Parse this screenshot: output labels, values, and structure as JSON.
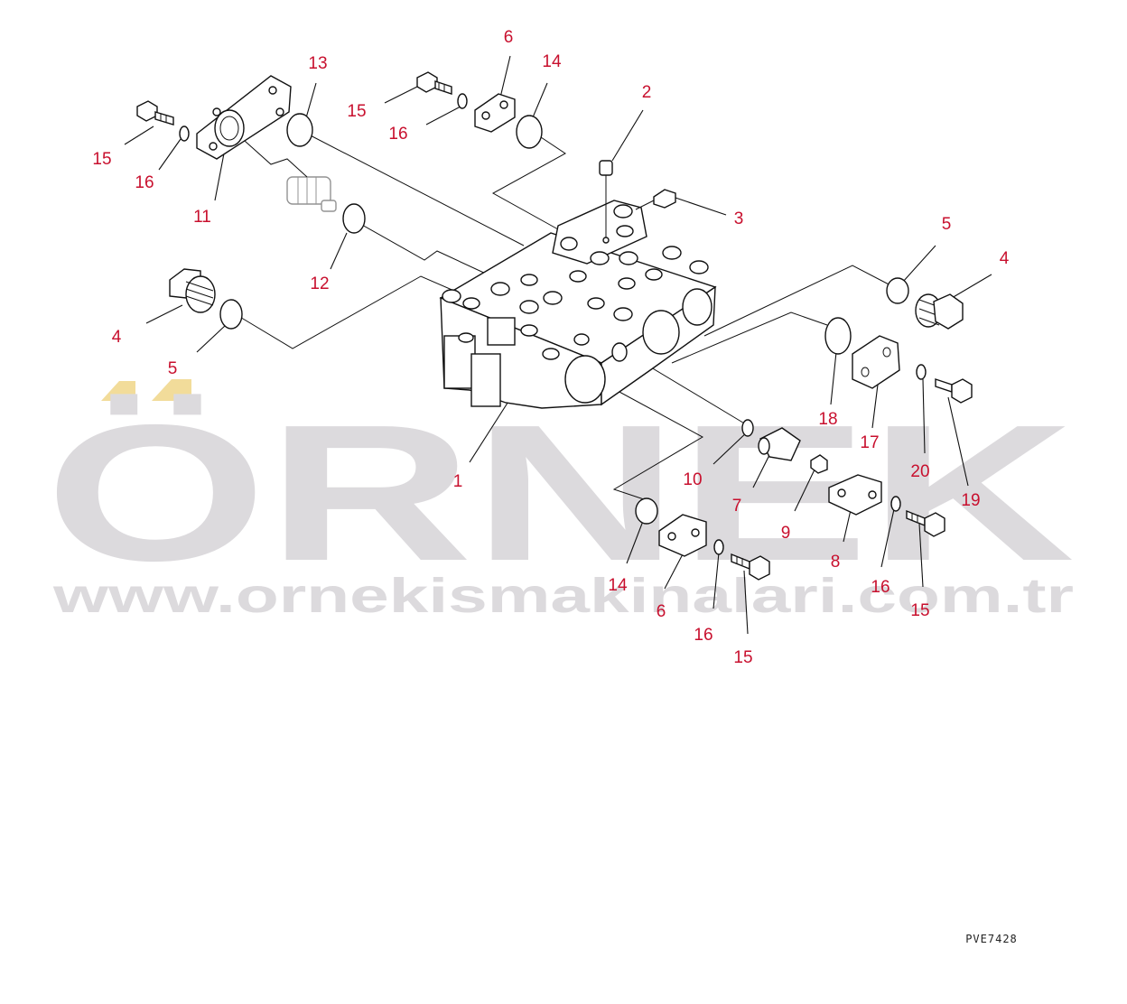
{
  "watermark": {
    "brand": "ÖRNEK",
    "url": "www.ornekismakinalari.com.tr",
    "colors": {
      "text": "#dcdadd",
      "accent": "#f2dc9a"
    }
  },
  "drawing_ref": "PVE7428",
  "callout_color": "#c8102e",
  "callouts": [
    {
      "id": "c-13",
      "label": "13"
    },
    {
      "id": "c-6a",
      "label": "6"
    },
    {
      "id": "c-14a",
      "label": "14"
    },
    {
      "id": "c-2",
      "label": "2"
    },
    {
      "id": "c-15a",
      "label": "15"
    },
    {
      "id": "c-16a",
      "label": "16"
    },
    {
      "id": "c-15b",
      "label": "15"
    },
    {
      "id": "c-16b",
      "label": "16"
    },
    {
      "id": "c-11",
      "label": "11"
    },
    {
      "id": "c-3",
      "label": "3"
    },
    {
      "id": "c-12",
      "label": "12"
    },
    {
      "id": "c-5a",
      "label": "5"
    },
    {
      "id": "c-4a",
      "label": "4"
    },
    {
      "id": "c-4b",
      "label": "4"
    },
    {
      "id": "c-5b",
      "label": "5"
    },
    {
      "id": "c-18",
      "label": "18"
    },
    {
      "id": "c-17",
      "label": "17"
    },
    {
      "id": "c-20",
      "label": "20"
    },
    {
      "id": "c-19",
      "label": "19"
    },
    {
      "id": "c-1",
      "label": "1"
    },
    {
      "id": "c-10",
      "label": "10"
    },
    {
      "id": "c-7",
      "label": "7"
    },
    {
      "id": "c-9",
      "label": "9"
    },
    {
      "id": "c-8",
      "label": "8"
    },
    {
      "id": "c-14b",
      "label": "14"
    },
    {
      "id": "c-6b",
      "label": "6"
    },
    {
      "id": "c-16c",
      "label": "16"
    },
    {
      "id": "c-15c",
      "label": "15"
    },
    {
      "id": "c-16d",
      "label": "16"
    },
    {
      "id": "c-15d",
      "label": "15"
    }
  ]
}
